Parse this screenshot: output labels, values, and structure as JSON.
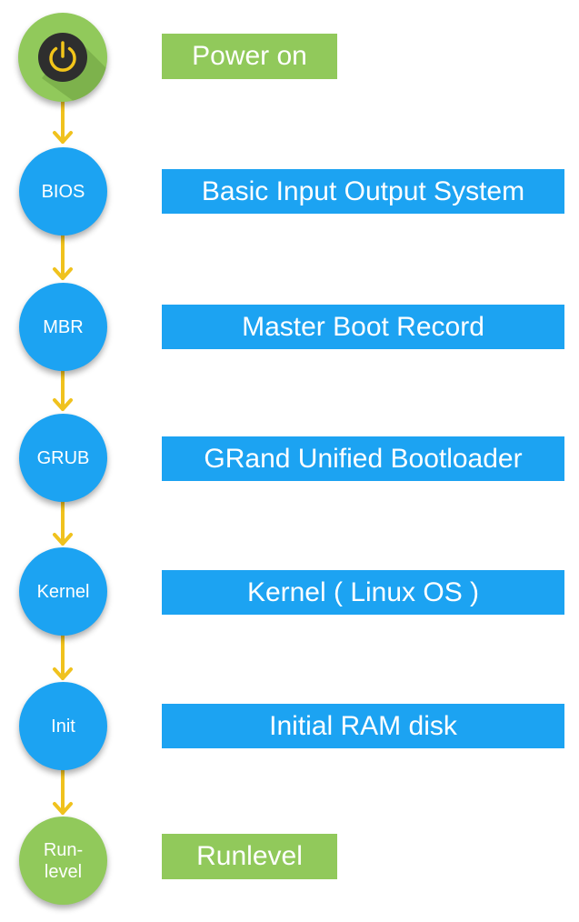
{
  "colors": {
    "node_blue": "#1ca3f2",
    "node_green": "#91c95b",
    "arrow": "#f0c21e",
    "power_icon_bg": "#2e2e2e",
    "power_icon_stroke": "#f2c51a"
  },
  "stages": [
    {
      "node_label": "",
      "node_icon": "power-icon",
      "description": "Power on"
    },
    {
      "node_label": "BIOS",
      "description": "Basic Input Output System"
    },
    {
      "node_label": "MBR",
      "description": "Master Boot Record"
    },
    {
      "node_label": "GRUB",
      "description": "GRand Unified Bootloader"
    },
    {
      "node_label": "Kernel",
      "description": "Kernel ( Linux OS )"
    },
    {
      "node_label": "Init",
      "description": "Initial RAM disk"
    },
    {
      "node_label": "Run-\nlevel",
      "description": "Runlevel"
    }
  ]
}
